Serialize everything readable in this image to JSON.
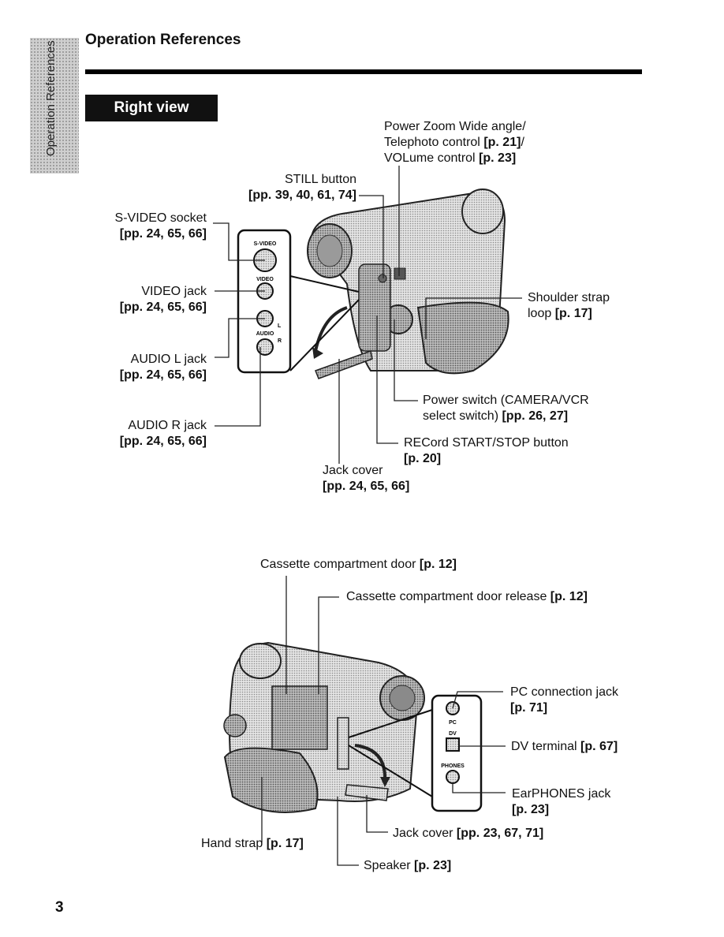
{
  "side_tab": "Operation References",
  "header": "Operation References",
  "section": "Right view",
  "page_number": "3",
  "labels": {
    "power_zoom": {
      "line1": "Power Zoom Wide angle/",
      "line2a": "Telephoto control ",
      "line2ref": "[p. 21]",
      "line2b": "/",
      "line3a": "VOLume control ",
      "line3ref": "[p. 23]"
    },
    "still": {
      "line1": "STILL button",
      "ref": "[pp. 39, 40, 61, 74]"
    },
    "svideo": {
      "line1": "S-VIDEO socket",
      "ref": "[pp. 24, 65, 66]"
    },
    "video": {
      "line1": "VIDEO jack",
      "ref": "[pp. 24, 65, 66]"
    },
    "audio_l": {
      "line1": "AUDIO L jack",
      "ref": "[pp. 24, 65, 66]"
    },
    "audio_r": {
      "line1": "AUDIO R jack",
      "ref": "[pp. 24, 65, 66]"
    },
    "shoulder": {
      "line1": "Shoulder strap",
      "line2a": "loop ",
      "line2ref": "[p. 17]"
    },
    "power_switch": {
      "line1": "Power switch (CAMERA/VCR",
      "line2a": "select switch) ",
      "line2ref": "[pp. 26, 27]"
    },
    "record": {
      "line1": "RECord START/STOP button",
      "ref": "[p. 20]"
    },
    "jack_cover_top": {
      "line1": "Jack cover",
      "ref": "[pp. 24, 65, 66]"
    },
    "cassette_door": {
      "text": "Cassette compartment door ",
      "ref": "[p. 12]"
    },
    "cassette_release": {
      "text": "Cassette compartment door release ",
      "ref": "[p. 12]"
    },
    "pc": {
      "line1": "PC connection jack",
      "ref": "[p. 71]"
    },
    "dv": {
      "text": "DV terminal ",
      "ref": "[p. 67]"
    },
    "earphones": {
      "line1": "EarPHONES jack",
      "ref": "[p. 23]"
    },
    "jack_cover_bottom": {
      "text": "Jack cover ",
      "ref": "[pp. 23, 67, 71]"
    },
    "hand_strap": {
      "text": "Hand strap ",
      "ref": "[p. 17]"
    },
    "speaker": {
      "text": "Speaker ",
      "ref": "[p. 23]"
    }
  },
  "panel_top": {
    "svideo": "S-VIDEO",
    "video": "VIDEO",
    "audio": "AUDIO",
    "l": "L",
    "r": "R"
  },
  "panel_bottom": {
    "pc": "PC",
    "dv": "DV",
    "phones": "PHONES"
  }
}
